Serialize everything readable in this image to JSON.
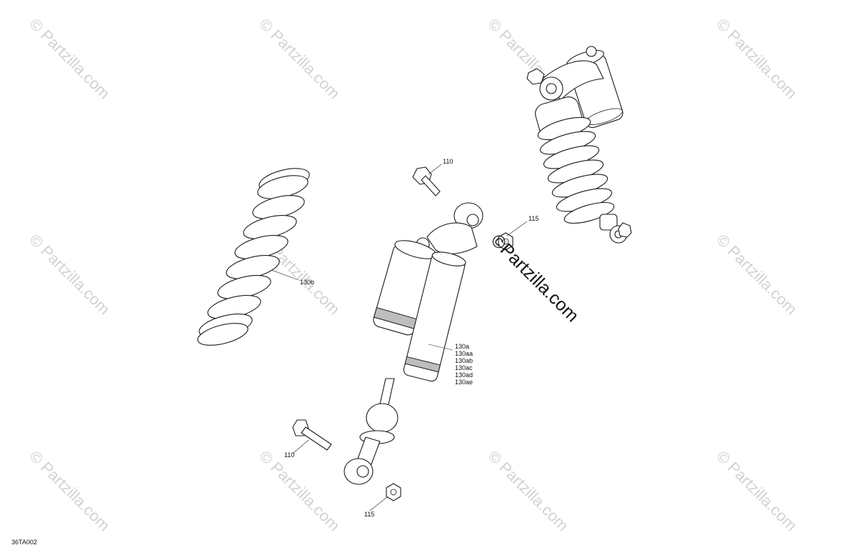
{
  "diagram": {
    "ref_code": "36TA002",
    "watermark_text": "© Partzilla.com",
    "watermark_big_text": "©Partzilla.com",
    "callouts": {
      "bolt_top": "110",
      "nut_top": "115",
      "spring": "130b",
      "shock_group": [
        "130a",
        "130aa",
        "130ab",
        "130ac",
        "130ad",
        "130ae"
      ],
      "bolt_bottom": "110",
      "nut_bottom": "115"
    },
    "colors": {
      "line": "#1a1a1a",
      "shade": "#bdbdbd",
      "watermark": "#d2d2d2"
    }
  }
}
